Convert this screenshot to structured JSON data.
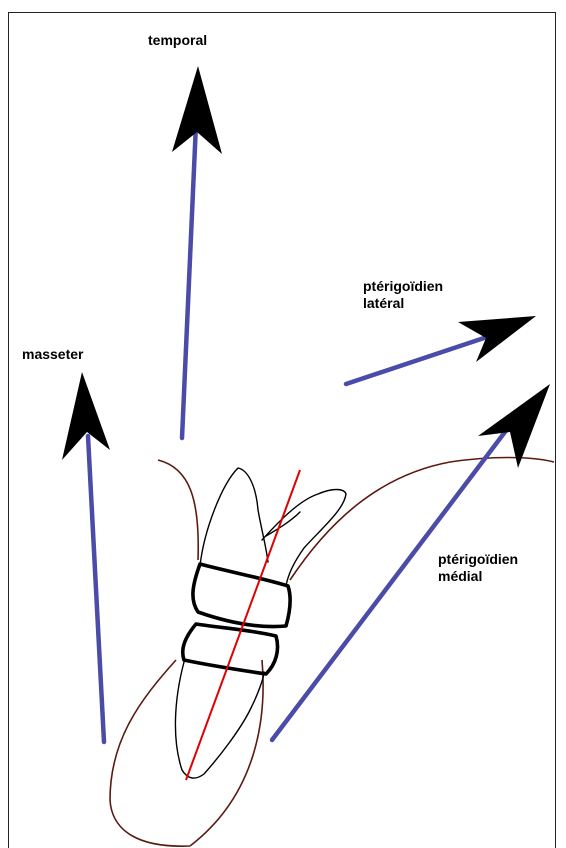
{
  "labels": {
    "temporal": "temporal",
    "masseter": "masseter",
    "lateral_line1": "ptérigoïdien",
    "lateral_line2": "latéral",
    "medial_line1": "ptérigoïdien",
    "medial_line2": "médial"
  },
  "colors": {
    "force_vector": "#4b4ba8",
    "arrowhead": "#000000",
    "long_axis": "#e00000",
    "soft_tissue_outline": "#5a1a12",
    "tooth_outline": "#000000",
    "frame": "#222222",
    "background": "#ffffff"
  }
}
